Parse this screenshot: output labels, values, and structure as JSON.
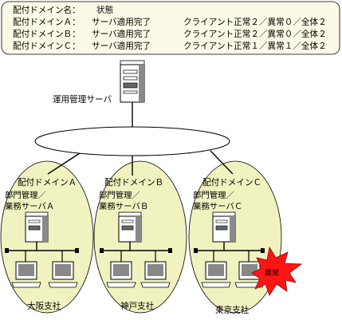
{
  "status_box": {
    "header_label": "配付ドメイン名：",
    "header_value": "状態",
    "rows": [
      {
        "domain": "配付ドメインＡ：",
        "server": "サーバ適用完了",
        "client": "クライアント正常２／異常０／全体２"
      },
      {
        "domain": "配付ドメインＢ：",
        "server": "サーバ適用完了",
        "client": "クライアント正常２／異常０／全体２"
      },
      {
        "domain": "配付ドメインＣ：",
        "server": "サーバ適用完了",
        "client": "クライアント正常１／異常１／全体２"
      }
    ]
  },
  "ops_server": {
    "label": "運用管理サーバ"
  },
  "domains": [
    {
      "title": "配付ドメインＡ",
      "server_line1": "部門管理／",
      "server_line2": "業務サーバＡ",
      "site": "大阪支社"
    },
    {
      "title": "配付ドメインＢ",
      "server_line1": "部門管理／",
      "server_line2": "業務サーバＢ",
      "site": "神戸支社"
    },
    {
      "title": "配付ドメインＣ",
      "server_line1": "部門管理／",
      "server_line2": "業務サーバＣ",
      "site": "東京支社"
    }
  ],
  "alert": {
    "label": "異常"
  },
  "colors": {
    "status_box_fill": "#fcf9e6",
    "domain_fill": "#f0f3bf",
    "alert_fill": "#ff1515",
    "server_fill": "#ffffff",
    "server_shade": "#8a8a8a"
  }
}
